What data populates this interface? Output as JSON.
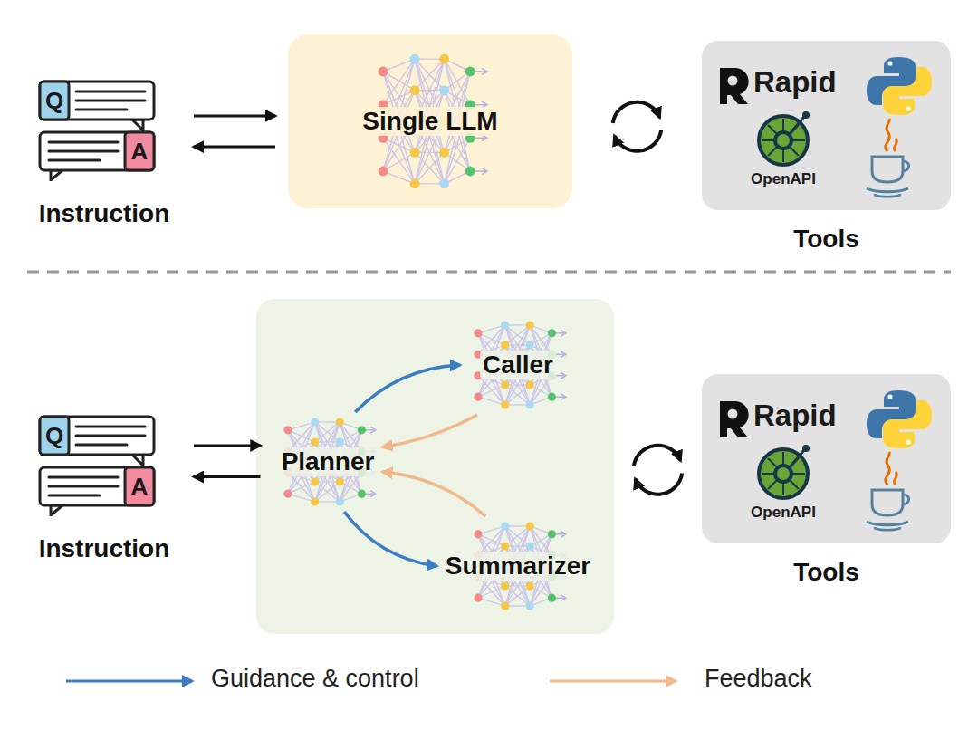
{
  "diagram": {
    "nodes": [
      {
        "text": [
          "Q",
          "A",
          "Instruction"
        ]
      },
      {
        "text": [
          "Single LLM"
        ]
      },
      {
        "text": [
          "Rapid",
          "OpenAPI",
          "Tools"
        ]
      },
      {
        "text": [
          "Q",
          "A",
          "Instruction"
        ]
      },
      {
        "text": []
      },
      {
        "text": [
          "Planner"
        ],
        "in": 4
      },
      {
        "text": [
          "Caller"
        ],
        "in": 4
      },
      {
        "text": [
          "Summarizer"
        ],
        "in": 4
      },
      {
        "text": [
          "Rapid",
          "OpenAPI",
          "Tools"
        ]
      }
    ],
    "edges": [
      {
        "from": 0,
        "to": 1,
        "arrow": "to"
      },
      {
        "from": 1,
        "to": 0,
        "arrow": "to"
      },
      {
        "from": 1,
        "to": 2,
        "arrow": "both"
      },
      {
        "from": 3,
        "to": 5,
        "arrow": "to"
      },
      {
        "from": 5,
        "to": 3,
        "arrow": "to"
      },
      {
        "from": 5,
        "to": 6,
        "arrow": "to"
      },
      {
        "from": 6,
        "to": 5,
        "arrow": "to"
      },
      {
        "from": 5,
        "to": 7,
        "arrow": "to"
      },
      {
        "from": 7,
        "to": 5,
        "arrow": "to"
      },
      {
        "from": 4,
        "to": 8,
        "arrow": "both"
      }
    ],
    "legend": [
      {
        "text": "Guidance & control"
      },
      {
        "text": "Feedback"
      }
    ]
  }
}
